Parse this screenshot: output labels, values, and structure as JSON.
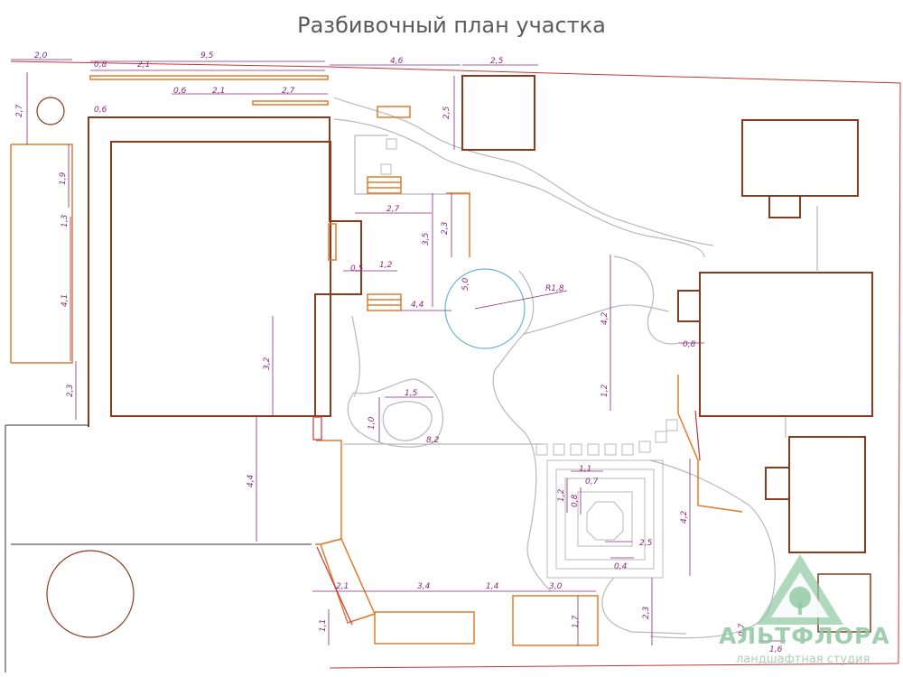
{
  "title": "Разбивочный план участка",
  "colors": {
    "building": "#8b3a1e",
    "structure": "#e07b2c",
    "dimension": "#8a2a7a",
    "path": "#b8b8b8",
    "boundary": "#c8353a",
    "pond": "#6bb3d6",
    "logo": "#8fc7a0"
  },
  "dimensions": {
    "d20": "2,0",
    "d08top": "0,8",
    "d21top": "2,1",
    "d9": "9,5",
    "d06a": "0,6",
    "d21mid": "2,1",
    "d27top": "2,7",
    "d06b": "0,6",
    "d27left": "2,7",
    "d19": "1,9",
    "d13": "1,3",
    "d41": "4,1",
    "d23left": "2,3",
    "d46": "4,6",
    "d25top": "2,5",
    "d25side": "2,5",
    "d27mid": "2,7",
    "d35": "3,5",
    "d23mid": "2,3",
    "d05": "0,5",
    "d12": "1,2",
    "d50": "5,0",
    "d44a": "4,4",
    "r18": "R1,8",
    "d32": "3,2",
    "d15": "1,5",
    "d10": "1,0",
    "d82": "8,2",
    "d44b": "4,4",
    "d42a": "4,2",
    "d12b": "1,2",
    "d08r": "0,8",
    "d11": "1,1",
    "d07": "0,7",
    "d12c": "1,2",
    "d08c": "0,8",
    "d25c": "2,5",
    "d04": "0,4",
    "d42b": "4,2",
    "d21b": "2,1",
    "d34": "3,4",
    "d14": "1,4",
    "d30": "3,0",
    "d11b": "1,1",
    "d17": "1,7",
    "d23b": "2,3",
    "d07b": "0,7",
    "d16": "1,6"
  },
  "logo": {
    "name": "АЛЬТФЛОРА",
    "subtitle": "ландшафтная студия",
    "icon": "tree-triangle-icon"
  }
}
